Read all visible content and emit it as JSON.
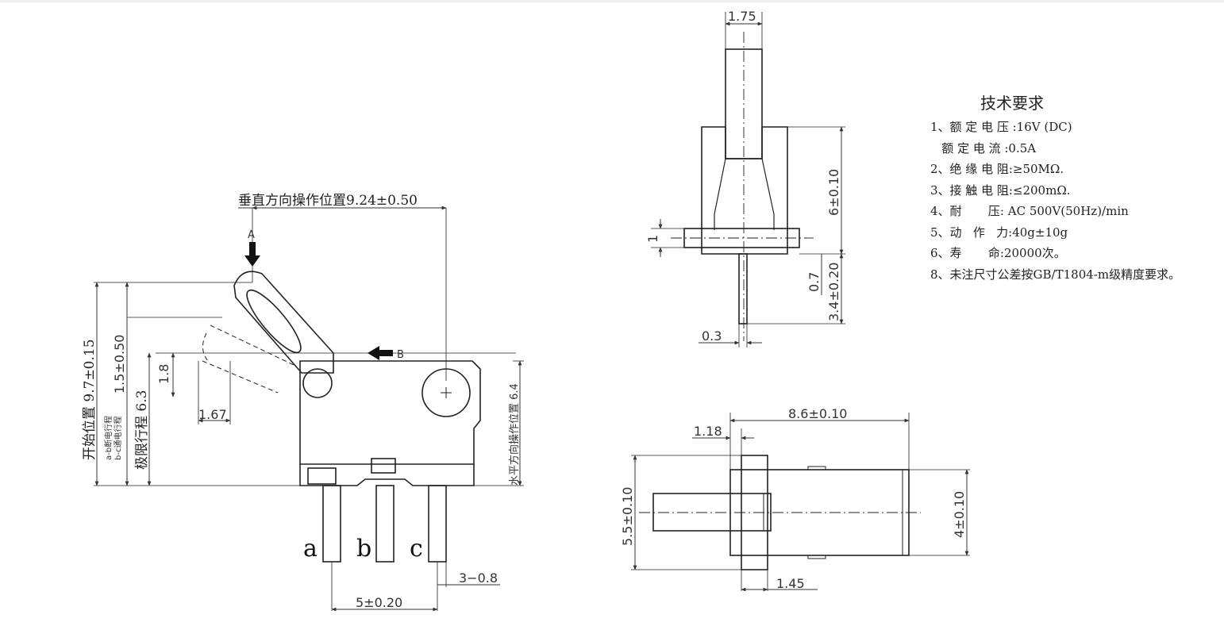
{
  "view_a": {
    "vertical_op": "垂直方向操作位置9.24±0.50",
    "arrow_a": "A",
    "arrow_b": "B",
    "start_pos": "开始位置 9.7±0.15",
    "ab_travel": "a-b断电行程",
    "bc_travel": "b-c通电行程",
    "travel_15": "1.5±0.50",
    "limit_travel": "极限行程 6.3",
    "dim_18": "1.8",
    "dim_167": "1.67",
    "horizontal_op": "水平方向操作位置 6.4",
    "pin_a": "a",
    "pin_b": "b",
    "pin_c": "c",
    "dim_3_08": "3−0.8",
    "dim_5": "5±0.20"
  },
  "view_b": {
    "dim_175": "1.75",
    "dim_6": "6±0.10",
    "dim_1": "1",
    "dim_07": "0.7",
    "dim_34": "3.4±0.20",
    "dim_03": "0.3"
  },
  "view_c": {
    "dim_86": "8.6±0.10",
    "dim_118": "1.18",
    "dim_55": "5.5±0.10",
    "dim_4": "4±0.10",
    "dim_145": "1.45"
  },
  "requirements": {
    "title": "技术要求",
    "lines": [
      "1、额 定 电 压 :16V (DC)",
      "   额 定 电 流 :0.5A",
      "2、绝 缘 电 阻:≥50MΩ.",
      "3、接 触 电 阻:≤200mΩ.",
      "4、耐       压: AC 500V(50Hz)/min",
      "5、动   作   力:40g±10g",
      "6、寿       命:20000次。",
      "8、未注尺寸公差按GB/T1804-m级精度要求。"
    ]
  }
}
